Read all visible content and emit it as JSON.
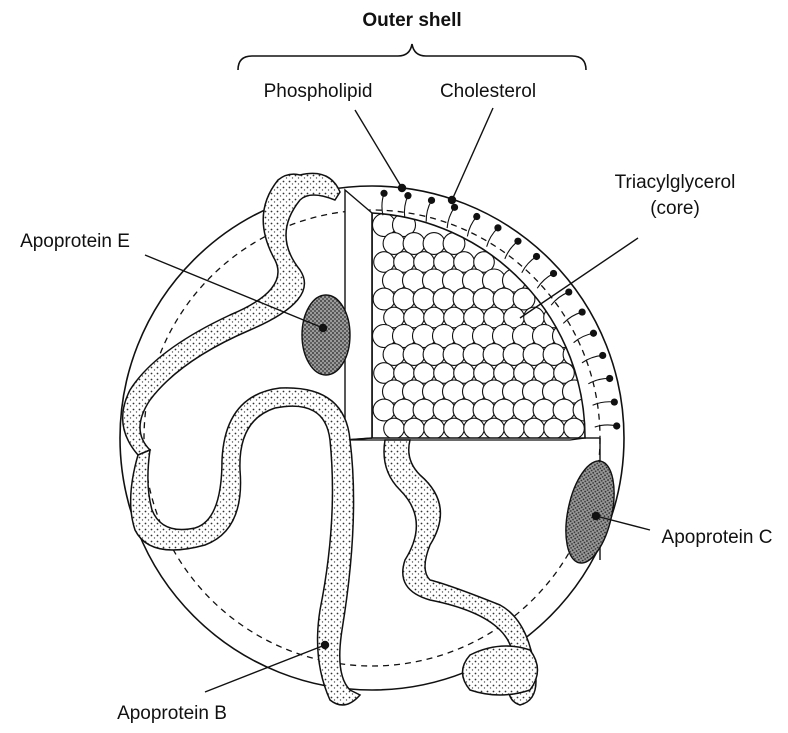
{
  "labels": {
    "outer_shell": "Outer shell",
    "phospholipid": "Phospholipid",
    "cholesterol": "Cholesterol",
    "triacylglycerol": "Triacylglycerol",
    "core": "(core)",
    "apoprotein_e": "Apoprotein E",
    "apoprotein_c": "Apoprotein C",
    "apoprotein_b": "Apoprotein B"
  },
  "colors": {
    "ink": "#111111",
    "stipple": "#8a8a8a",
    "apoprotein_fill": "#6e6e6e"
  }
}
